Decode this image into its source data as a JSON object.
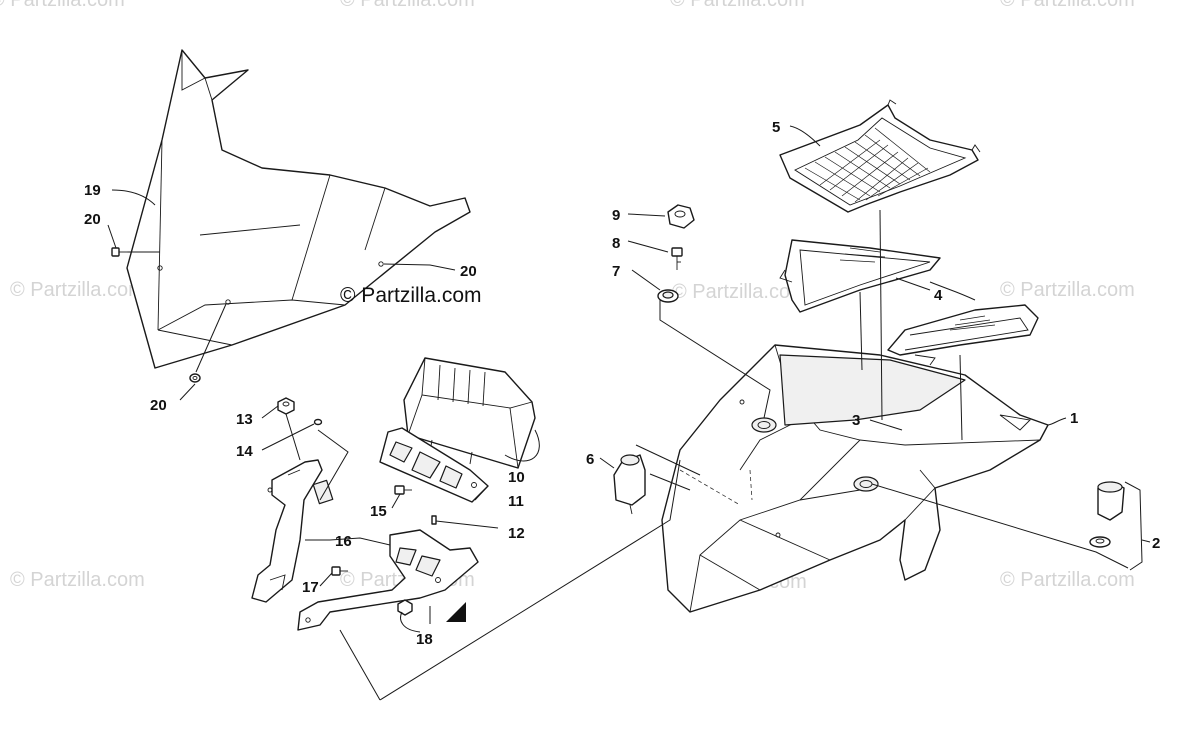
{
  "watermark": {
    "text": "© Partzilla.com"
  },
  "credit": {
    "text": "© Partzilla.com"
  },
  "callouts": [
    {
      "id": "c1",
      "label": "1"
    },
    {
      "id": "c2",
      "label": "2"
    },
    {
      "id": "c3",
      "label": "3"
    },
    {
      "id": "c4",
      "label": "4"
    },
    {
      "id": "c5",
      "label": "5"
    },
    {
      "id": "c6",
      "label": "6"
    },
    {
      "id": "c7",
      "label": "7"
    },
    {
      "id": "c8",
      "label": "8"
    },
    {
      "id": "c9",
      "label": "9"
    },
    {
      "id": "c10",
      "label": "10"
    },
    {
      "id": "c11",
      "label": "11"
    },
    {
      "id": "c12",
      "label": "12"
    },
    {
      "id": "c13",
      "label": "13"
    },
    {
      "id": "c14",
      "label": "14"
    },
    {
      "id": "c15",
      "label": "15"
    },
    {
      "id": "c16",
      "label": "16"
    },
    {
      "id": "c17",
      "label": "17"
    },
    {
      "id": "c18",
      "label": "18"
    },
    {
      "id": "c19",
      "label": "19"
    },
    {
      "id": "c20a",
      "label": "20"
    },
    {
      "id": "c20b",
      "label": "20"
    },
    {
      "id": "c20c",
      "label": "20"
    }
  ]
}
